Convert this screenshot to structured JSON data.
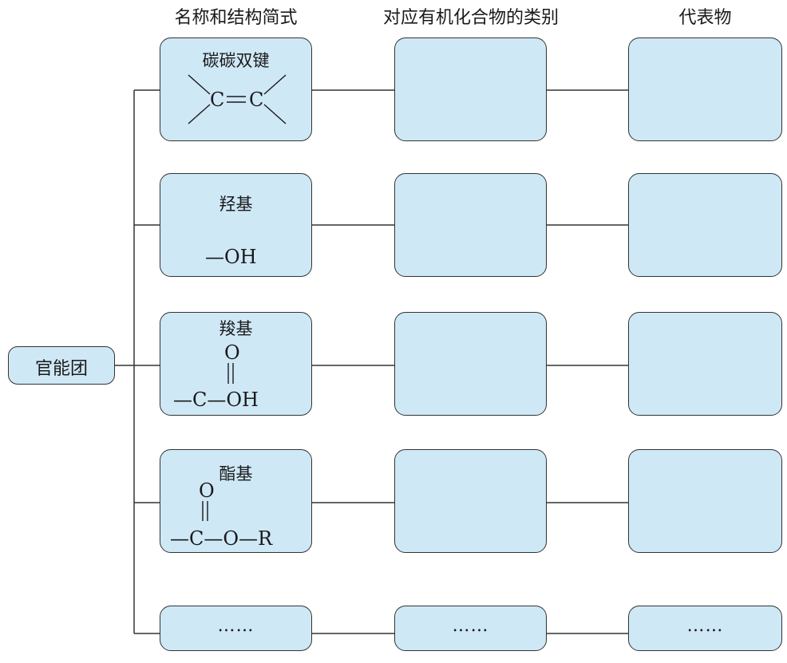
{
  "headers": {
    "col1": "名称和结构简式",
    "col2": "对应有机化合物的类别",
    "col3": "代表物"
  },
  "root": {
    "label": "官能团"
  },
  "rows": [
    {
      "name": "碳碳双键",
      "formula": {
        "c1": "C",
        "c2": "C"
      }
    },
    {
      "name": "羟基",
      "formula": {
        "text": "—OH"
      }
    },
    {
      "name": "羧基",
      "formula": {
        "o": "O",
        "line": "—C—OH"
      }
    },
    {
      "name": "酯基",
      "formula": {
        "o": "O",
        "line": "—C—O—R"
      }
    },
    {
      "ellipsis_1": "……",
      "ellipsis_2": "……",
      "ellipsis_3": "……"
    }
  ],
  "colors": {
    "box_fill": "#cfe8f6",
    "stroke": "#333333"
  }
}
